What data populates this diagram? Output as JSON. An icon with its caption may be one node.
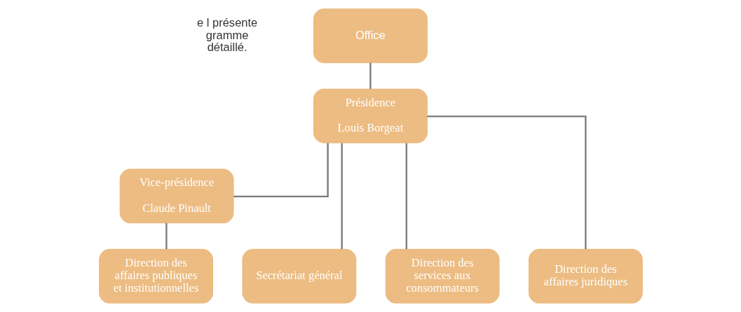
{
  "diagram": {
    "nodes": [
      {
        "text": [
          "Office"
        ]
      },
      {
        "text": [
          "Présidence",
          "Louis Borgeat"
        ]
      },
      {
        "text": [
          "Vice-présidence",
          "Claude Pinault"
        ]
      },
      {
        "text": [
          "Direction des affaires publiques et institutionnelles"
        ]
      },
      {
        "text": [
          "Secrétariat général"
        ]
      },
      {
        "text": [
          "Direction des services aux consommateurs"
        ]
      },
      {
        "text": [
          "Direction des affaires juridiques"
        ]
      }
    ],
    "edges": [
      {
        "from": 0,
        "to": 1,
        "arrow": "none"
      },
      {
        "from": 1,
        "to": 2,
        "arrow": "none"
      },
      {
        "from": 2,
        "to": 3,
        "arrow": "none"
      },
      {
        "from": 1,
        "to": 4,
        "arrow": "none"
      },
      {
        "from": 1,
        "to": 5,
        "arrow": "none"
      },
      {
        "from": 1,
        "to": 6,
        "arrow": "none"
      }
    ],
    "labels": [
      "e l présente gramme détaillé."
    ]
  }
}
